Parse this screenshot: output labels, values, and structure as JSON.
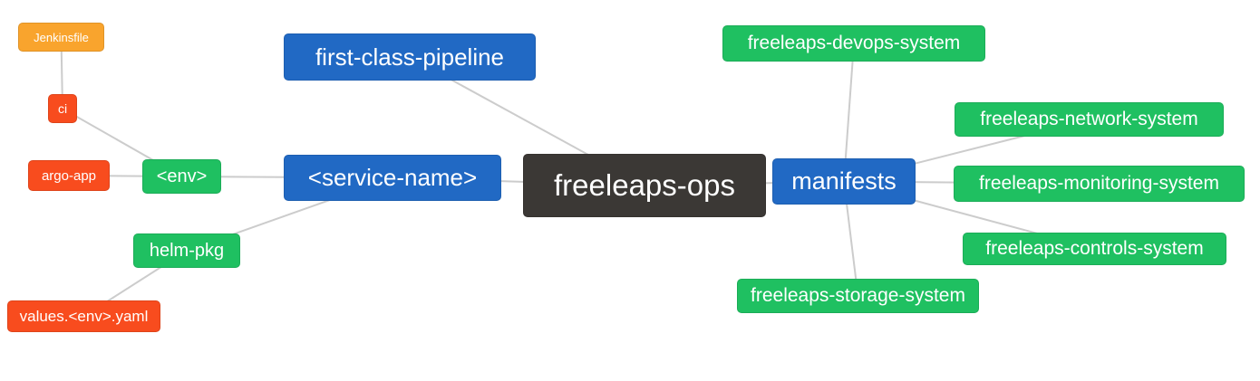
{
  "diagram": {
    "type": "mindmap",
    "root_label": "freeleaps-ops"
  },
  "colors": {
    "blue": "#2169C4",
    "green": "#1FC061",
    "red": "#F84C1E",
    "amber": "#F9A42D",
    "dark": "#3B3835",
    "edge": "#CCCCCC"
  },
  "nodes": {
    "jenkinsfile": {
      "label": "Jenkinsfile",
      "color": "amber"
    },
    "ci": {
      "label": "ci",
      "color": "red"
    },
    "argo_app": {
      "label": "argo-app",
      "color": "red"
    },
    "env": {
      "label": "<env>",
      "color": "green"
    },
    "first_class_pipeline": {
      "label": "first-class-pipeline",
      "color": "blue"
    },
    "service_name": {
      "label": "<service-name>",
      "color": "blue"
    },
    "helm_pkg": {
      "label": "helm-pkg",
      "color": "green"
    },
    "values_env_yaml": {
      "label": "values.<env>.yaml",
      "color": "red"
    },
    "freeleaps_ops": {
      "label": "freeleaps-ops",
      "color": "dark"
    },
    "manifests": {
      "label": "manifests",
      "color": "blue"
    },
    "devops_system": {
      "label": "freeleaps-devops-system",
      "color": "green"
    },
    "network_system": {
      "label": "freeleaps-network-system",
      "color": "green"
    },
    "monitoring_system": {
      "label": "freeleaps-monitoring-system",
      "color": "green"
    },
    "controls_system": {
      "label": "freeleaps-controls-system",
      "color": "green"
    },
    "storage_system": {
      "label": "freeleaps-storage-system",
      "color": "green"
    }
  },
  "edges": [
    {
      "from": "jenkinsfile",
      "to": "ci"
    },
    {
      "from": "ci",
      "to": "env"
    },
    {
      "from": "argo_app",
      "to": "env"
    },
    {
      "from": "env",
      "to": "service_name"
    },
    {
      "from": "helm_pkg",
      "to": "service_name"
    },
    {
      "from": "values_env_yaml",
      "to": "helm_pkg"
    },
    {
      "from": "first_class_pipeline",
      "to": "freeleaps_ops"
    },
    {
      "from": "service_name",
      "to": "freeleaps_ops"
    },
    {
      "from": "freeleaps_ops",
      "to": "manifests"
    },
    {
      "from": "manifests",
      "to": "devops_system"
    },
    {
      "from": "manifests",
      "to": "network_system"
    },
    {
      "from": "manifests",
      "to": "monitoring_system"
    },
    {
      "from": "manifests",
      "to": "controls_system"
    },
    {
      "from": "manifests",
      "to": "storage_system"
    }
  ]
}
